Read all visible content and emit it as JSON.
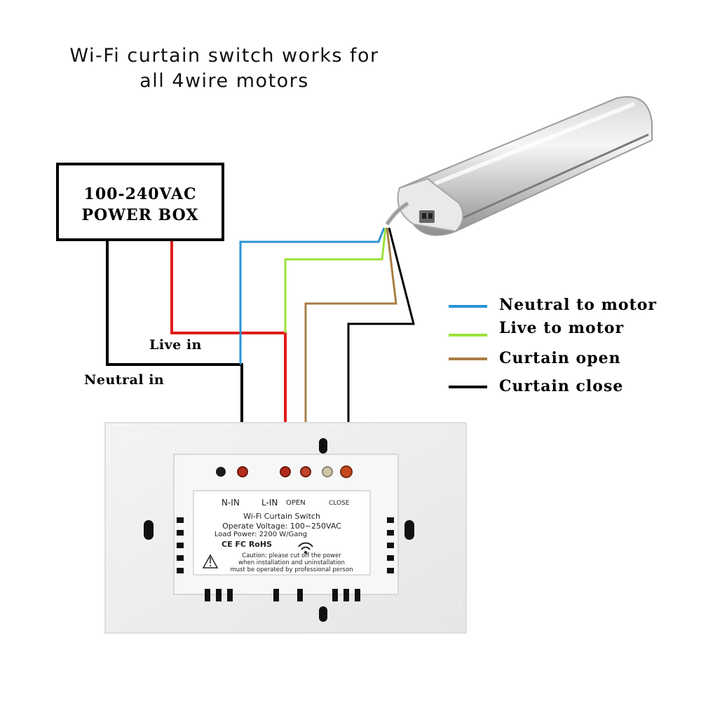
{
  "title": {
    "line1": "Wi-Fi curtain switch works for",
    "line2": "all 4wire motors"
  },
  "power_box": {
    "line1": "100-240VAC",
    "line2": "POWER BOX"
  },
  "wire_labels": {
    "live_in": "Live in",
    "neutral_in": "Neutral in"
  },
  "legend": [
    {
      "label": "Neutral to motor",
      "color": "#2a93d5"
    },
    {
      "label": "Live to motor",
      "color": "#9be23a"
    },
    {
      "label": "Curtain open",
      "color": "#a97d45"
    },
    {
      "label": "Curtain close",
      "color": "#000000"
    }
  ],
  "wire_colors": {
    "live_in": "#e01b1b",
    "neutral_in": "#000000"
  },
  "switch": {
    "terminals": {
      "n_in": "N-IN",
      "l_in": "L-IN",
      "open": "OPEN",
      "close": "CLOSE"
    },
    "sticker": {
      "name": "Wi-Fi   Curtain Switch",
      "voltage": "Operate Voltage: 100~250VAC",
      "power": "Load Power: 2200 W/Gang",
      "certs": "CE FC RoHS",
      "caution_1": "Caution: please cut off the power",
      "caution_2": "when installation and uninstallation",
      "caution_3": "must be operated by professional person"
    }
  },
  "icons": [
    "motor-image",
    "wifi-icon",
    "warning-icon"
  ]
}
